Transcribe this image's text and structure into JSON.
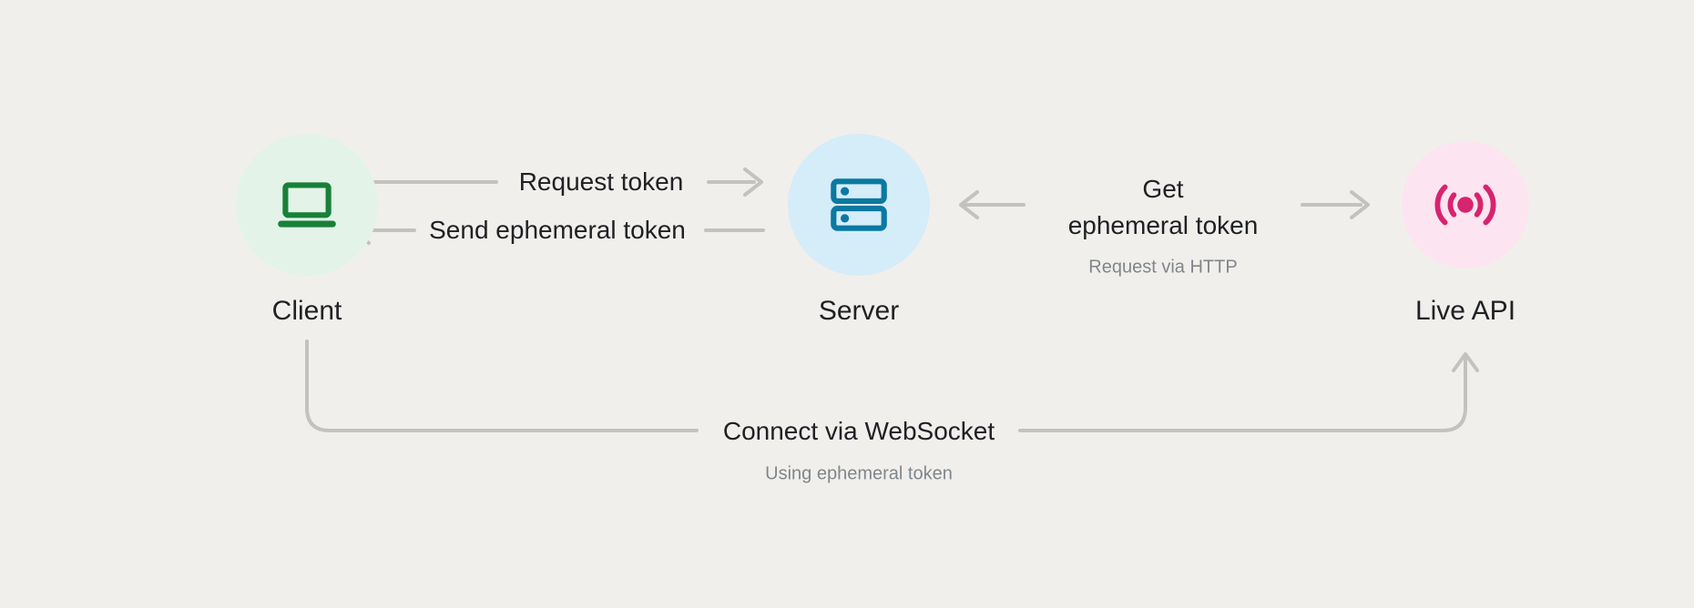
{
  "page": {
    "background": "#f1efec",
    "description": "Ephemeral token flow diagram between Client, Server and Live API"
  },
  "colors": {
    "arrow": "#c4c2bf",
    "text_dark": "#202124",
    "text_gray": "#80868b"
  },
  "nodes": {
    "client": {
      "label": "Client",
      "icon": "laptop-icon",
      "circle_color": "#e3f3e8",
      "icon_color": "#188038"
    },
    "server": {
      "label": "Server",
      "icon": "server-icon",
      "circle_color": "#d5ecf9",
      "icon_color": "#0b79a1"
    },
    "live_api": {
      "label": "Live API",
      "icon": "broadcast-icon",
      "circle_color": "#fce4f0",
      "icon_color": "#d6246e"
    }
  },
  "arrows": {
    "request_token": {
      "label": "Request token",
      "from": "Client",
      "to": "Server",
      "direction": "right"
    },
    "send_ephemeral": {
      "label": "Send ephemeral token",
      "from": "Server",
      "to": "Client",
      "direction": "left"
    },
    "get_ephemeral": {
      "label_line1": "Get",
      "label_line2": "ephemeral token",
      "sublabel": "Request via HTTP",
      "between": "Server and Live API",
      "direction": "both"
    },
    "connect_websocket": {
      "label": "Connect via WebSocket",
      "sublabel": "Using ephemeral token",
      "from": "Client",
      "to": "Live API",
      "direction": "up"
    }
  }
}
